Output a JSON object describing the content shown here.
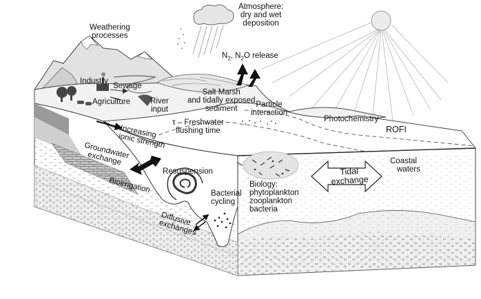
{
  "labels": {
    "weathering_1": "Weathering",
    "weathering_2": "processes",
    "atmosphere_1": "Atmosphere:",
    "atmosphere_2": "dry and wet",
    "atmosphere_3": "deposition",
    "n2_release_a": "N",
    "n2_release_b": "2",
    "n2_release_c": ", N",
    "n2_release_d": "2",
    "n2_release_e": "O release",
    "industry": "Industry",
    "sewage": "Sewage",
    "agriculture": "Agriculture",
    "river_1": "River",
    "river_2": "input",
    "saltmarsh_1": "Salt Marsh",
    "saltmarsh_2": "and tidally exposed",
    "saltmarsh_3": "sediment",
    "particle_1": "Particle",
    "particle_2": "interaction",
    "photochemistry": "Photochemistry",
    "rofi": "ROFI",
    "ionic_1": "Increasing",
    "ionic_2": "ionic strength",
    "flushing_1": "τ – Freshwater",
    "flushing_2": "flushing time",
    "groundwater_1": "Groundwater",
    "groundwater_2": "exchange",
    "resuspension": "Resuspension",
    "bioirrigation": "Bioirrigation",
    "bacterial_1": "Bacterial",
    "bacterial_2": "cycling",
    "diffusive_1": "Diffusive",
    "diffusive_2": "exchanges",
    "biology_1": "Biology:",
    "biology_2": "phytoplankton",
    "biology_3": "zooplankton",
    "biology_4": "bacteria",
    "tidal_1": "Tidal",
    "tidal_2": "exchange",
    "coastal_1": "Coastal",
    "coastal_2": "waters"
  }
}
